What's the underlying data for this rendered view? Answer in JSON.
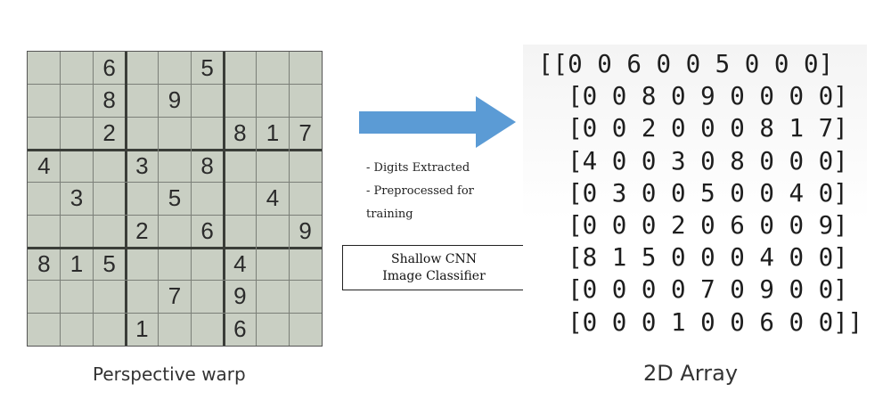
{
  "sudoku": {
    "rows": [
      [
        "",
        "",
        "6",
        "",
        "",
        "5",
        "",
        "",
        ""
      ],
      [
        "",
        "",
        "8",
        "",
        "9",
        "",
        "",
        "",
        ""
      ],
      [
        "",
        "",
        "2",
        "",
        "",
        "",
        "8",
        "1",
        "7"
      ],
      [
        "4",
        "",
        "",
        "3",
        "",
        "8",
        "",
        "",
        ""
      ],
      [
        "",
        "3",
        "",
        "",
        "5",
        "",
        "",
        "4",
        ""
      ],
      [
        "",
        "",
        "",
        "2",
        "",
        "6",
        "",
        "",
        "9"
      ],
      [
        "8",
        "1",
        "5",
        "",
        "",
        "",
        "4",
        "",
        ""
      ],
      [
        "",
        "",
        "",
        "",
        "7",
        "",
        "9",
        "",
        ""
      ],
      [
        "",
        "",
        "",
        "1",
        "",
        "",
        "6",
        "",
        ""
      ]
    ]
  },
  "labels": {
    "left_caption": "Perspective warp",
    "right_caption": "2D Array"
  },
  "process": {
    "steps": [
      "- Digits Extracted",
      "- Preprocessed for",
      "   training"
    ],
    "classifier_line1": "Shallow CNN",
    "classifier_line2": "Image Classifier"
  },
  "array_text": {
    "lines": [
      "[[0 0 6 0 0 5 0 0 0]",
      "  [0 0 8 0 9 0 0 0 0]",
      "  [0 0 2 0 0 0 8 1 7]",
      "  [4 0 0 3 0 8 0 0 0]",
      "  [0 3 0 0 5 0 0 4 0]",
      "  [0 0 0 2 0 6 0 0 9]",
      "  [8 1 5 0 0 0 4 0 0]",
      "  [0 0 0 0 7 0 9 0 0]",
      "  [0 0 0 1 0 0 6 0 0]]"
    ]
  },
  "colors": {
    "arrow": "#5b9bd5",
    "board_bg": "#c9cfc3"
  }
}
